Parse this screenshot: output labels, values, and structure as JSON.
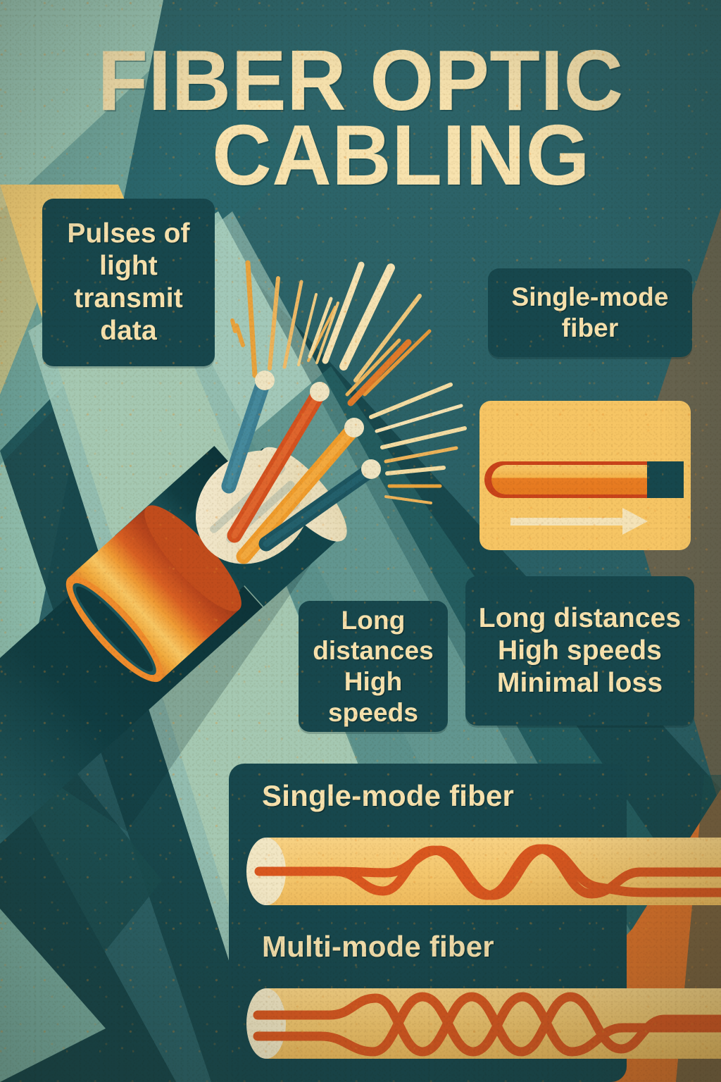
{
  "poster": {
    "title_line1": "FIBER OPTIC",
    "title_line2": "CABLING"
  },
  "callouts": [
    {
      "id": "pulses-of-light",
      "text": "Pulses of\nlight\ntransmit\ndata"
    },
    {
      "id": "single-mode-fiber-top",
      "text": "Single-mode\nfiber"
    },
    {
      "id": "long-distances-high-speeds",
      "text": "Long\ndistances\nHigh speeds"
    },
    {
      "id": "long-distances-high-speeds-minimal-loss",
      "text": "Long distances\nHigh speeds\nMinimal loss"
    }
  ],
  "bottom_panel": {
    "single_mode_label": "Single-mode fiber",
    "multi_mode_label": "Multi-mode fiber"
  },
  "colors": {
    "background_sage": "#8fbfb0",
    "background_teal_dark": "#2a6066",
    "background_teal_deep": "#14413f",
    "background_gold": "#f0c86a",
    "background_orange": "#dd7229",
    "box_teal": "#17474d",
    "text_cream": "#f7e2ae",
    "card_yellow": "#f6c564",
    "fiber_tube_yellow": "#f6cd76",
    "fiber_wave_orange": "#d9571f",
    "cable_jacket": "#143f44",
    "cable_collar_orange": "#e8822c",
    "strand_blue": "#3d7f93",
    "strand_red_orange": "#da5a24",
    "strand_amber": "#f0a32e",
    "strand_dark_teal": "#1d5560",
    "strand_tip_cream": "#efe4c2"
  },
  "illustration": {
    "cable_name": "fiber-optic-cable-cutaway",
    "strand_count": 4,
    "light_ray_count": 18,
    "arrow_label": "light-direction-arrow"
  }
}
